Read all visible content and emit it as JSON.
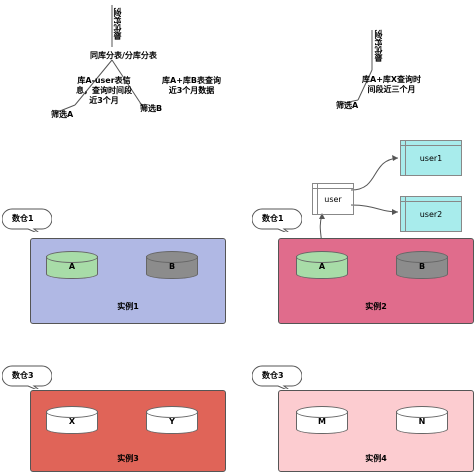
{
  "top_left": {
    "vertical_label": "最优实例",
    "split_label": "同库分表/分库分表",
    "note_a": "库A-user表信\n息，查询时间段\n近3个月",
    "note_b": "库A+库B表查询\n近3个月数据",
    "filter_a": "筛选A",
    "filter_b": "筛选B"
  },
  "top_right": {
    "vertical_label": "最优实例",
    "note": "库A+库X查询时\n间段近三个月",
    "filter_a": "筛选A"
  },
  "user_router": {
    "label": "user",
    "targets": [
      "user1",
      "user2"
    ]
  },
  "instances": [
    {
      "callout": "数仓1",
      "dbs": [
        "A",
        "B"
      ],
      "label": "实例1",
      "fill": "#b0b8e4",
      "db_fills": [
        "#a8dca8",
        "#8c8c8c"
      ]
    },
    {
      "callout": "数仓1",
      "dbs": [
        "A",
        "B"
      ],
      "label": "实例2",
      "fill": "#e06c8c",
      "db_fills": [
        "#a8dca8",
        "#8c8c8c"
      ]
    },
    {
      "callout": "数仓3",
      "dbs": [
        "X",
        "Y"
      ],
      "label": "实例3",
      "fill": "#e06458",
      "db_fills": [
        "#ffffff",
        "#ffffff"
      ]
    },
    {
      "callout": "数仓3",
      "dbs": [
        "M",
        "N"
      ],
      "label": "实例4",
      "fill": "#fcccd0",
      "db_fills": [
        "#ffffff",
        "#ffffff"
      ]
    }
  ],
  "colors": {
    "user_target": "#a8ecec",
    "line": "#555555"
  }
}
